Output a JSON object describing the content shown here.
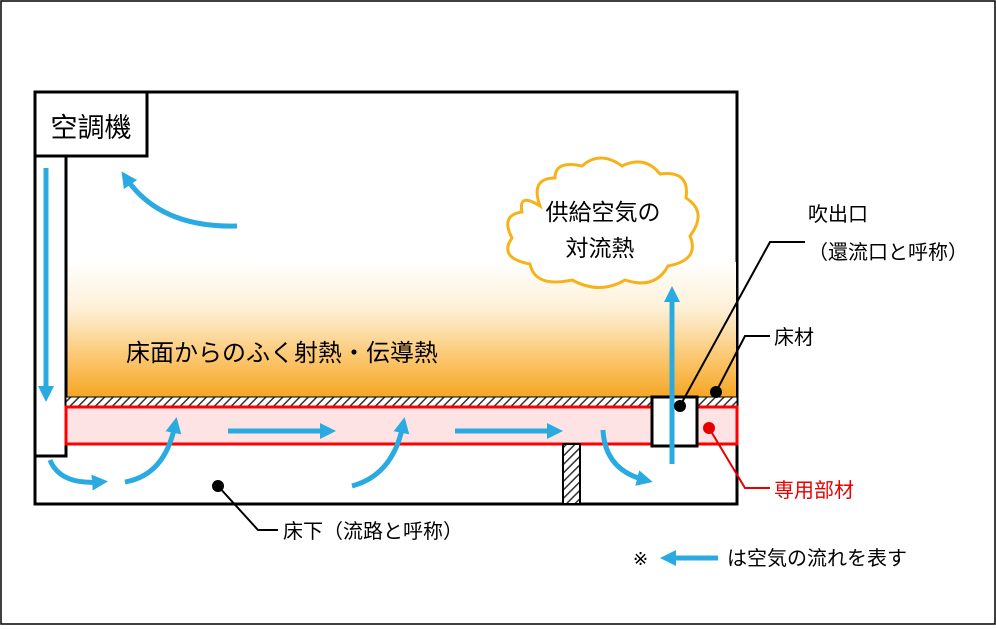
{
  "labels": {
    "air_conditioner": "空調機",
    "supply_air_convection_line1": "供給空気の",
    "supply_air_convection_line2": "対流熱",
    "outlet": "吹出口",
    "outlet_alias": "（還流口と呼称）",
    "flooring": "床材",
    "floor_heat": "床面からのふく射熱・伝導熱",
    "dedicated_member": "専用部材",
    "underfloor": "床下（流路と呼称）",
    "legend_mark": "※",
    "legend_text": "は空気の流れを表す"
  },
  "colors": {
    "frame": "#000000",
    "air_arrow": "#29abe2",
    "dedicated_member_line": "#ff0000",
    "dedicated_member_fill": "#fde3e3",
    "heat_gradient": "#f5a623",
    "cloud_outline": "#f7b21b",
    "dedicated_member_label": "#e60000"
  }
}
